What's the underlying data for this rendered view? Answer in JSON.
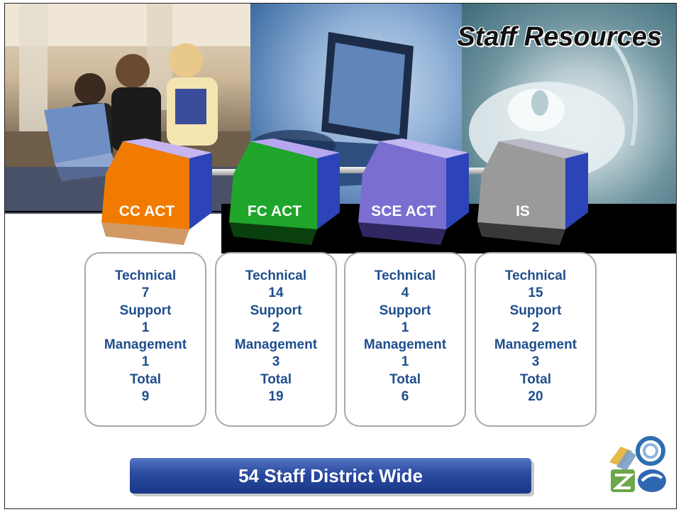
{
  "slide": {
    "title": "Staff Resources",
    "total_banner": "54 Staff District Wide"
  },
  "cubes": [
    {
      "label": "CC ACT",
      "color": "orange"
    },
    {
      "label": "FC ACT",
      "color": "green"
    },
    {
      "label": "SCE ACT",
      "color": "purple"
    },
    {
      "label": "IS",
      "color": "gray"
    }
  ],
  "resources": [
    {
      "technical_label": "Technical",
      "technical": "7",
      "support_label": "Support",
      "support": "1",
      "management_label": "Management",
      "management": "1",
      "total_label": "Total",
      "total": "9"
    },
    {
      "technical_label": "Technical",
      "technical": "14",
      "support_label": "Support",
      "support": "2",
      "management_label": "Management",
      "management": "3",
      "total_label": "Total",
      "total": "19"
    },
    {
      "technical_label": "Technical",
      "technical": "4",
      "support_label": "Support",
      "support": "1",
      "management_label": "Management",
      "management": "1",
      "total_label": "Total",
      "total": "6"
    },
    {
      "technical_label": "Technical",
      "technical": "15",
      "support_label": "Support",
      "support": "2",
      "management_label": "Management",
      "management": "3",
      "total_label": "Total",
      "total": "20"
    }
  ],
  "colors": {
    "text_blue": "#1f4e8c",
    "banner_blue": "#2a4aa0",
    "orange": "#f07b00",
    "green": "#1fa52a",
    "purple": "#7a6fd0",
    "gray": "#9a9a9a"
  }
}
